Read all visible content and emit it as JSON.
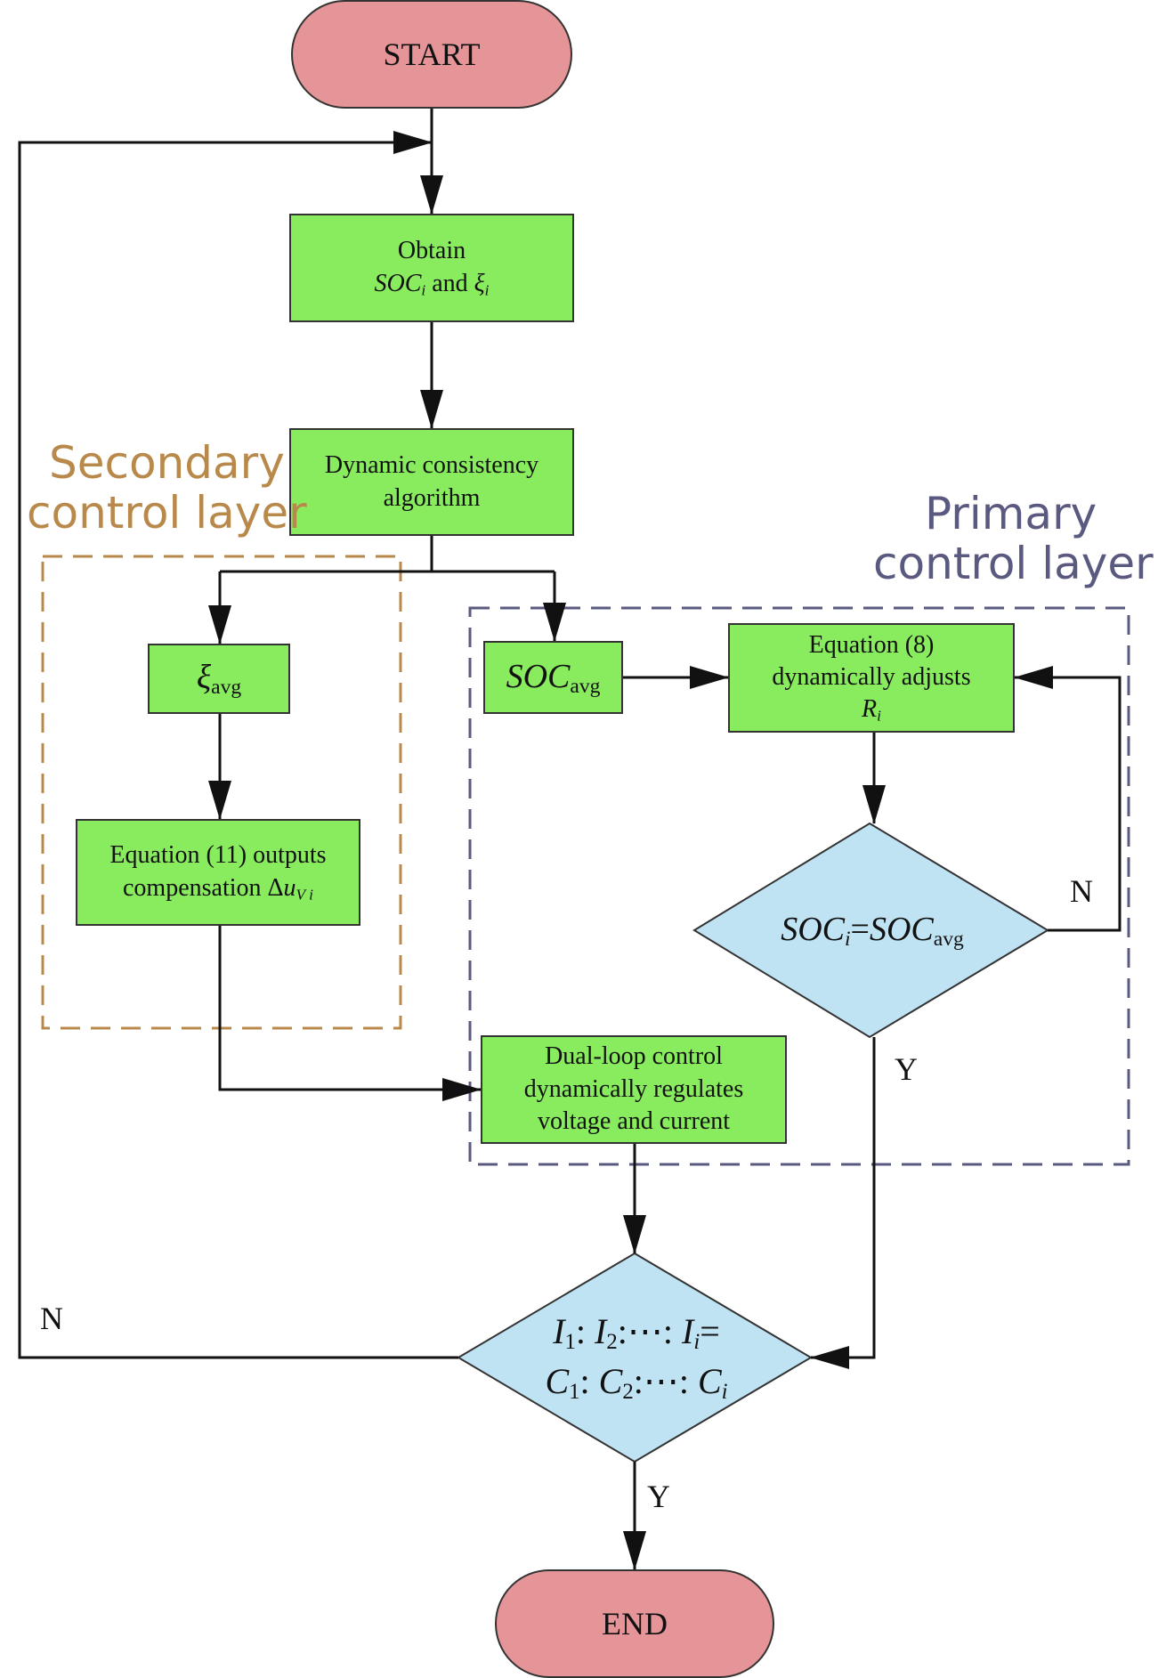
{
  "colors": {
    "process_fill": "#88ec5e",
    "terminal_fill": "#e59597",
    "decision_fill": "#bfe3f3",
    "secondary_layer": "#b8894a",
    "primary_layer": "#5a5a80",
    "line": "#111111"
  },
  "terminals": {
    "start": "START",
    "end": "END"
  },
  "nodes": {
    "obtain": {
      "line1": "Obtain",
      "soc": "SOC",
      "sub_i": "i",
      "and": "and",
      "xi": "ξ"
    },
    "consistency": {
      "line1": "Dynamic consistency",
      "line2": "algorithm"
    },
    "xi_avg": {
      "xi": "ξ",
      "sub": "avg"
    },
    "soc_avg": {
      "soc": "SOC",
      "sub": "avg"
    },
    "eq8": {
      "line1": "Equation (8)",
      "line2": "dynamically adjusts",
      "r": "R",
      "sub_i": "i"
    },
    "eq11": {
      "line1": "Equation (11) outputs",
      "line2": "compensation Δ",
      "u": "u",
      "sub": "V i"
    },
    "dual_loop": {
      "line1": "Dual-loop control",
      "line2": "dynamically regulates",
      "line3": "voltage and current"
    }
  },
  "decisions": {
    "soc_check": {
      "soc_i": "SOC",
      "sub_i": "i",
      "eq": "=",
      "soc_avg": "SOC",
      "sub_avg": "avg"
    },
    "ratio_check": {
      "line1": [
        {
          "v": "I",
          "s": "1"
        },
        {
          "v": "I",
          "s": "2"
        },
        {
          "v": "I",
          "s": "i"
        }
      ],
      "line2": [
        {
          "v": "C",
          "s": "1"
        },
        {
          "v": "C",
          "s": "2"
        },
        {
          "v": "C",
          "s": "i"
        }
      ],
      "colon": ":",
      "ellipsis": "⋯",
      "equals": "="
    }
  },
  "layers": {
    "secondary": {
      "line1": "Secondary",
      "line2": "control layer"
    },
    "primary": {
      "line1": "Primary",
      "line2": "control layer"
    }
  },
  "branch_labels": {
    "soc_no": "N",
    "soc_yes": "Y",
    "ratio_no": "N",
    "ratio_yes": "Y"
  }
}
